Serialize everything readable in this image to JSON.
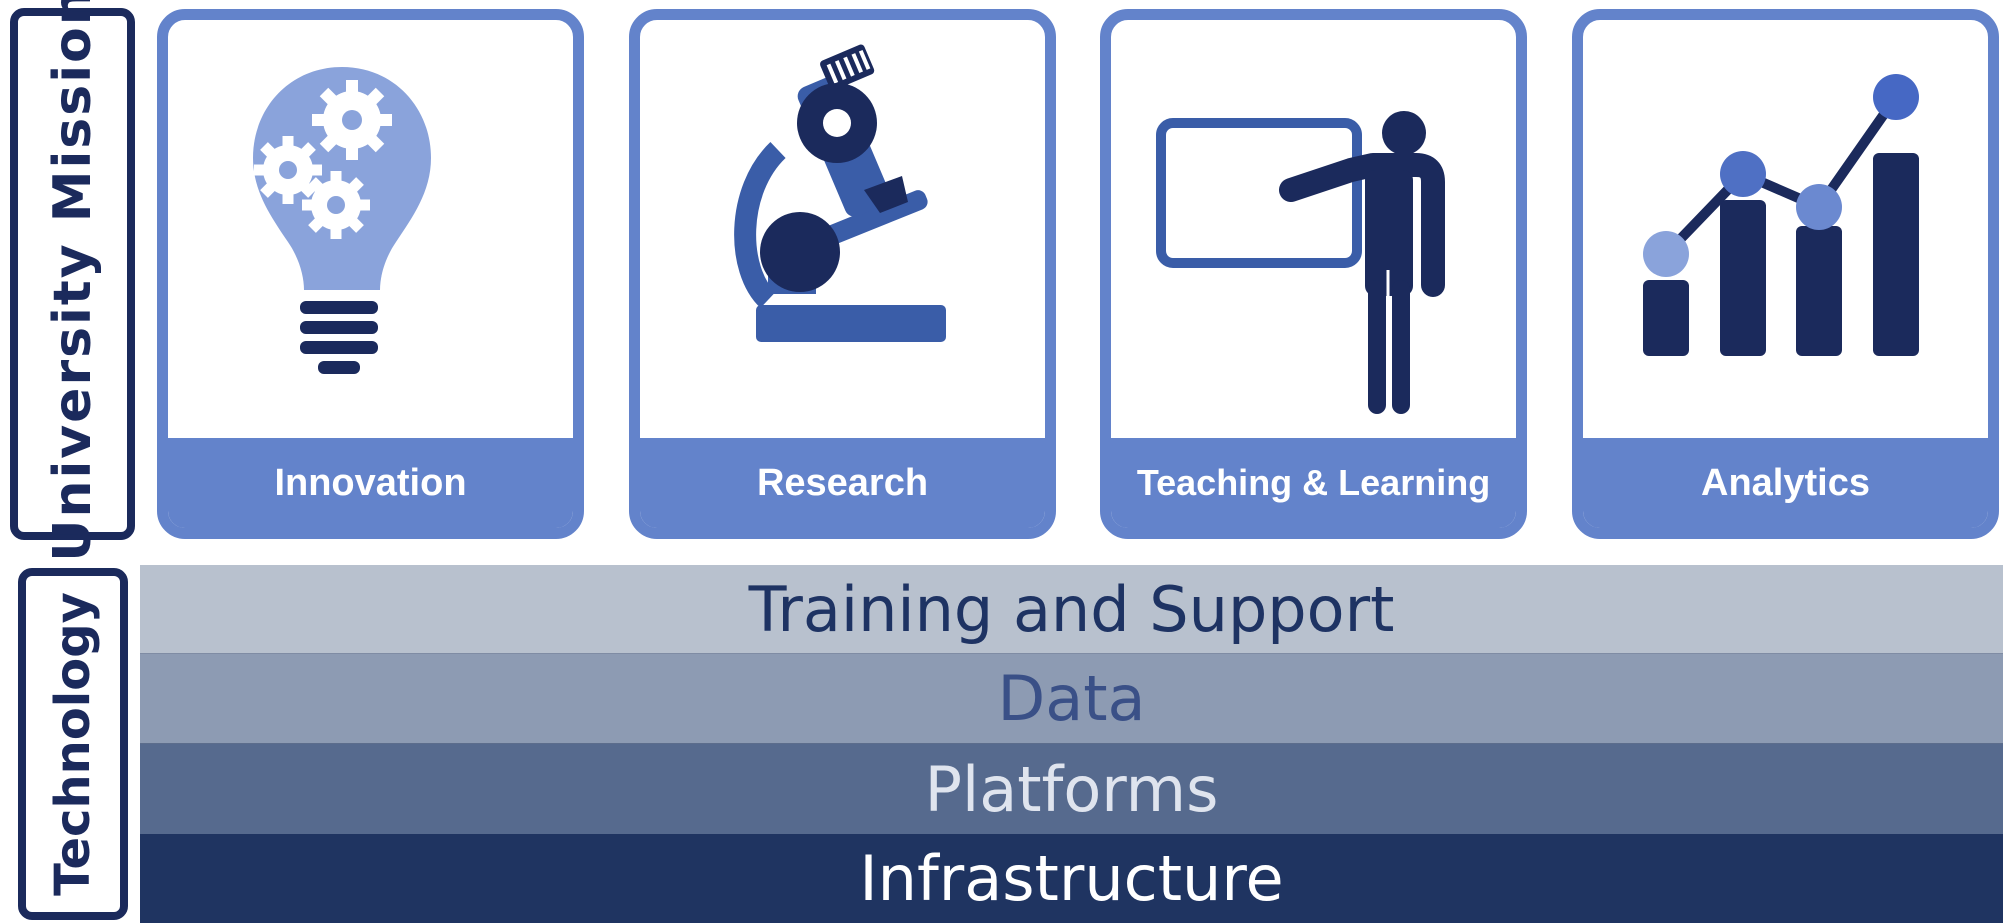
{
  "mission_label": "University Mission",
  "technology_label": "Technology",
  "mission_cards": [
    {
      "label": "Innovation",
      "icon": "lightbulb-gears-icon"
    },
    {
      "label": "Research",
      "icon": "microscope-icon"
    },
    {
      "label": "Teaching & Learning",
      "icon": "teacher-whiteboard-icon"
    },
    {
      "label": "Analytics",
      "icon": "bar-line-chart-icon"
    }
  ],
  "technology_layers": [
    {
      "label": "Training and Support"
    },
    {
      "label": "Data"
    },
    {
      "label": "Platforms"
    },
    {
      "label": "Infrastructure"
    }
  ],
  "colors": {
    "card_accent": "#6383cb",
    "navy": "#1b2a5c",
    "layer_training": "#b8c1ce",
    "layer_data": "#8d9bb3",
    "layer_platforms": "#566a8e",
    "layer_infrastructure": "#1f3461"
  }
}
